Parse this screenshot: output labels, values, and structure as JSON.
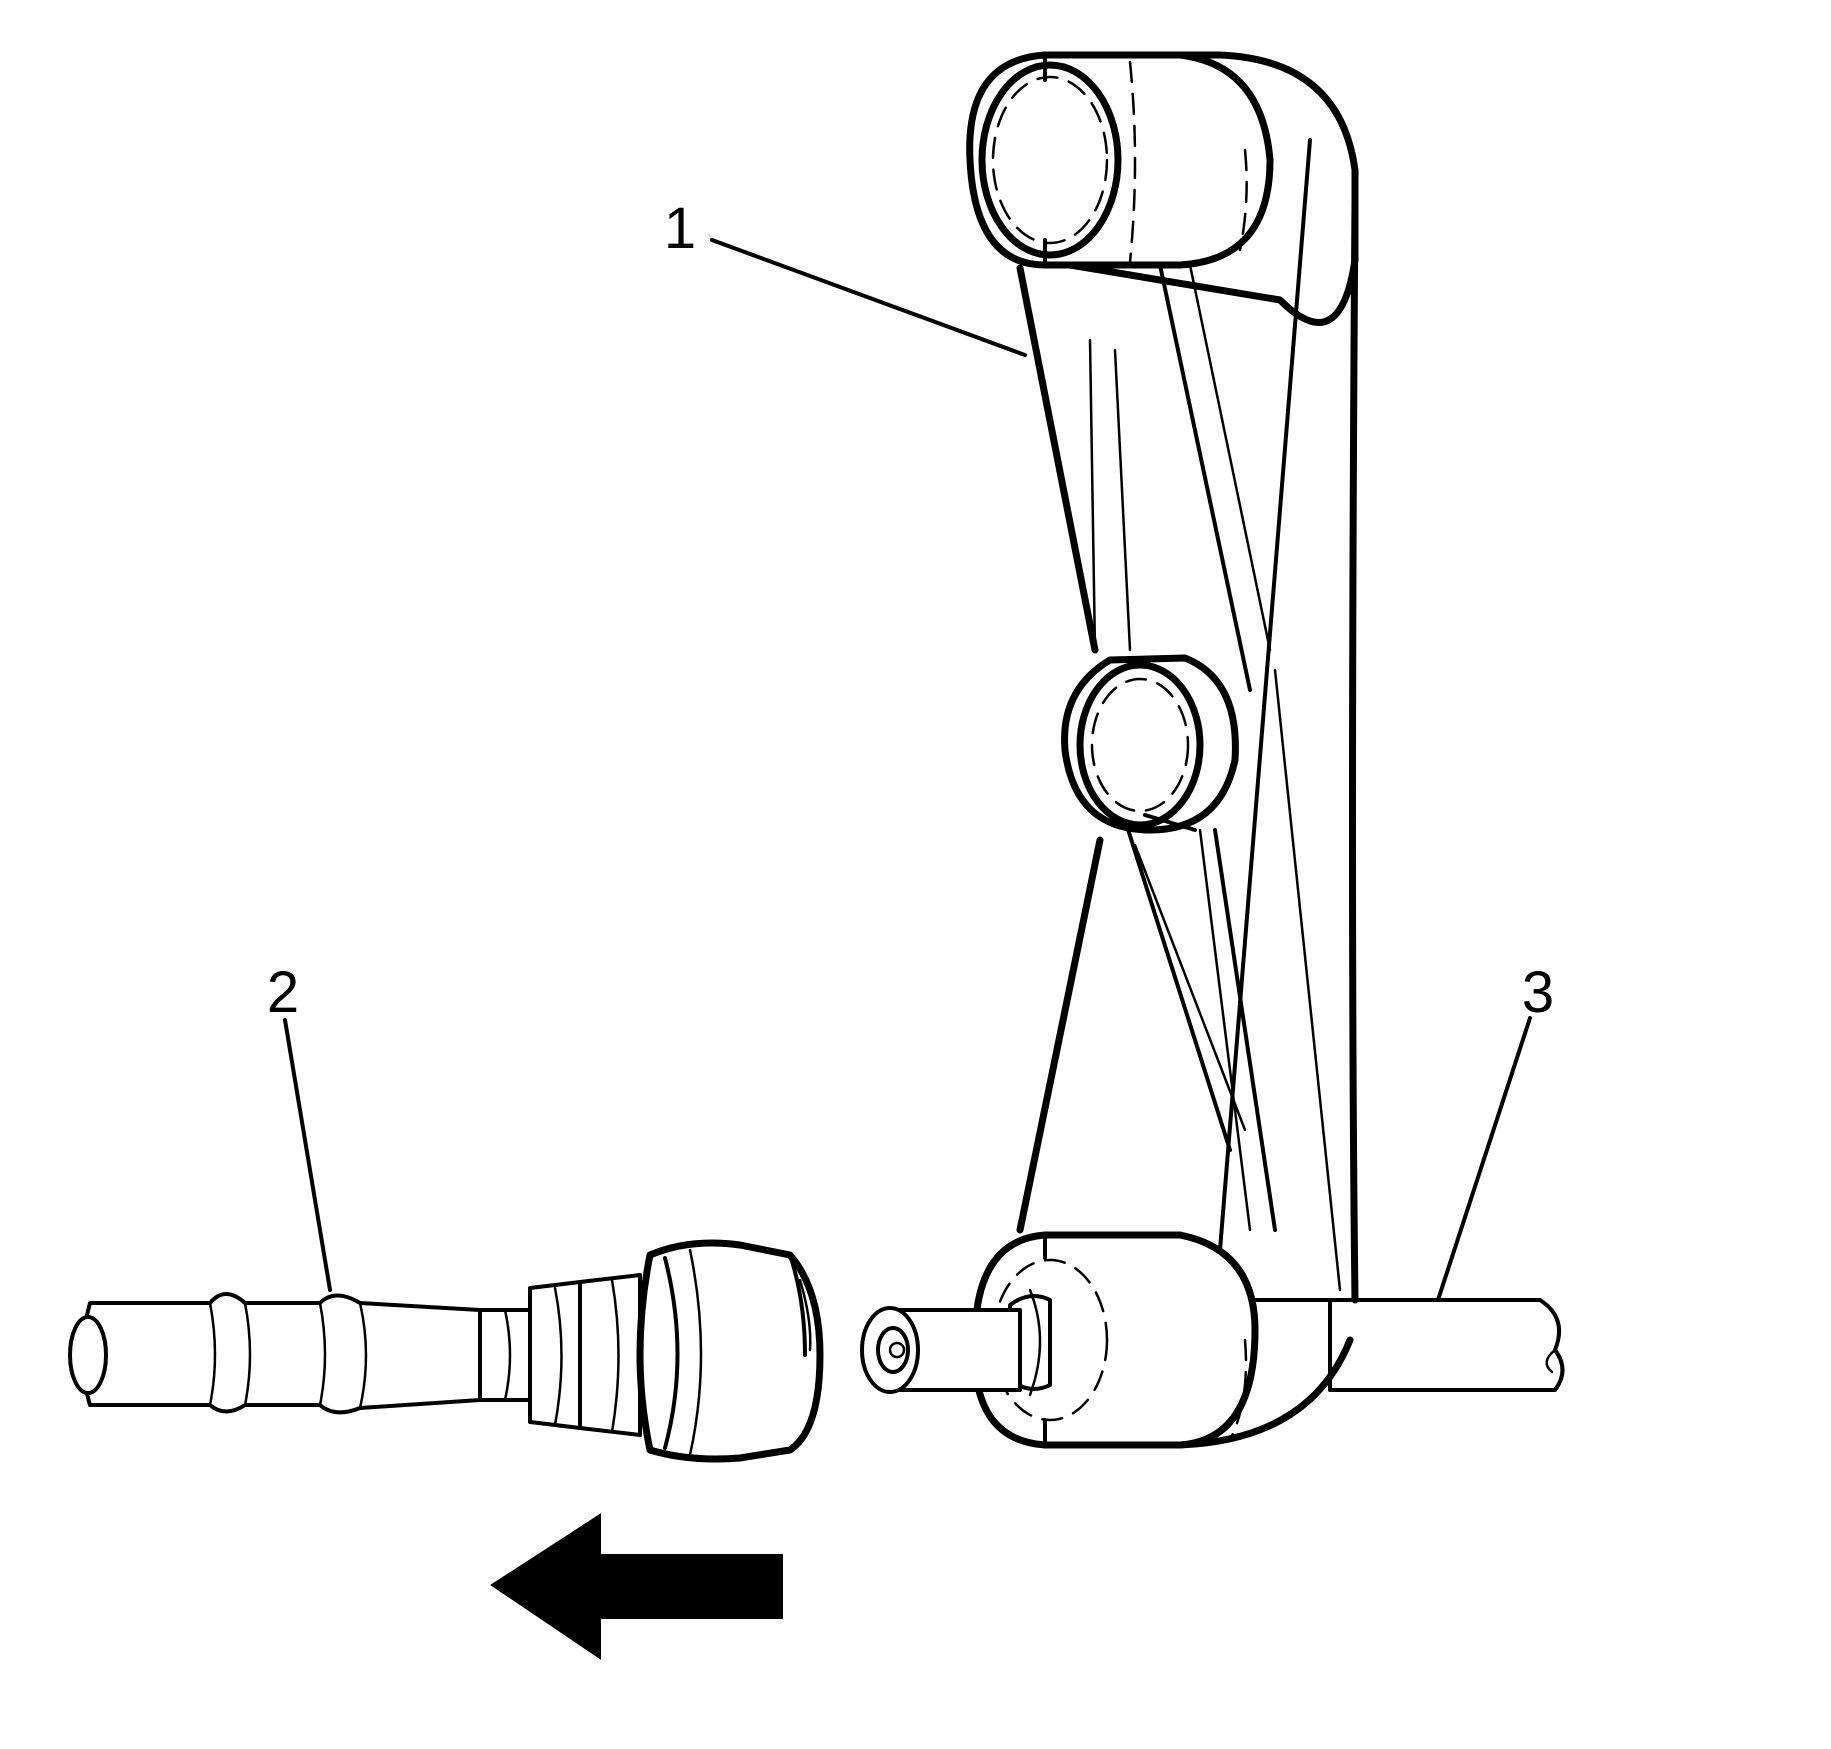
{
  "callouts": [
    {
      "id": "1",
      "label": "1"
    },
    {
      "id": "2",
      "label": "2"
    },
    {
      "id": "3",
      "label": "3"
    }
  ],
  "arrow": {
    "direction": "left",
    "color": "#000000"
  },
  "colors": {
    "line": "#000000",
    "background": "#ffffff"
  }
}
